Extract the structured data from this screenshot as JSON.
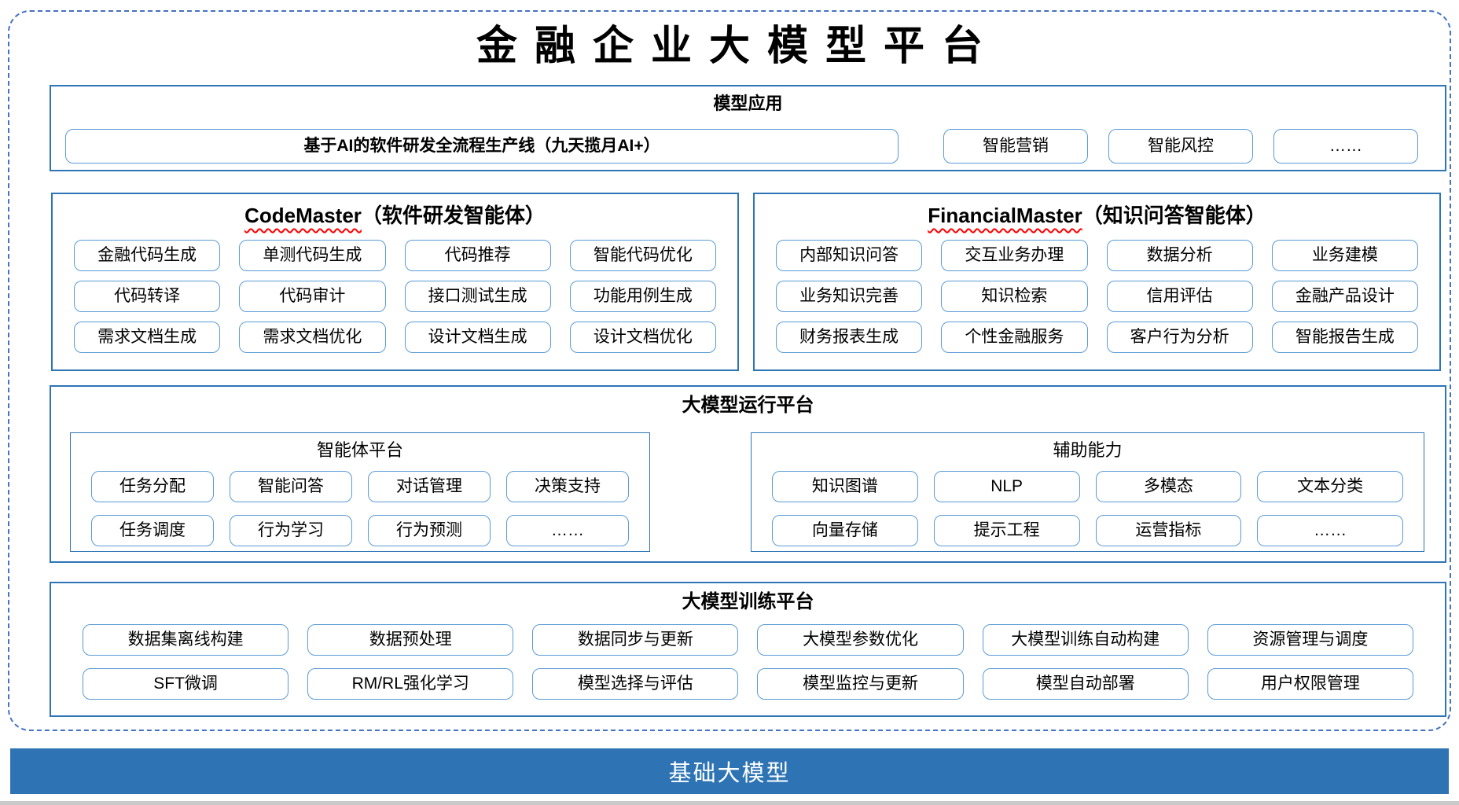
{
  "page_title": "金融企业大模型平台",
  "model_app": {
    "title": "模型应用",
    "primary": "基于AI的软件研发全流程生产线（九天揽月AI+）",
    "items": [
      "智能营销",
      "智能风控",
      "……"
    ]
  },
  "codemaster": {
    "name_en": "CodeMaster",
    "name_cn": "（软件研发智能体）",
    "items": [
      "金融代码生成",
      "单测代码生成",
      "代码推荐",
      "智能代码优化",
      "代码转译",
      "代码审计",
      "接口测试生成",
      "功能用例生成",
      "需求文档生成",
      "需求文档优化",
      "设计文档生成",
      "设计文档优化"
    ]
  },
  "financialmaster": {
    "name_en": "FinancialMaster",
    "name_cn": "（知识问答智能体）",
    "items": [
      "内部知识问答",
      "交互业务办理",
      "数据分析",
      "业务建模",
      "业务知识完善",
      "知识检索",
      "信用评估",
      "金融产品设计",
      "财务报表生成",
      "个性金融服务",
      "客户行为分析",
      "智能报告生成"
    ]
  },
  "runtime": {
    "title": "大模型运行平台",
    "agent_platform": {
      "title": "智能体平台",
      "items": [
        "任务分配",
        "智能问答",
        "对话管理",
        "决策支持",
        "任务调度",
        "行为学习",
        "行为预测",
        "……"
      ]
    },
    "aux_capability": {
      "title": "辅助能力",
      "items": [
        "知识图谱",
        "NLP",
        "多模态",
        "文本分类",
        "向量存储",
        "提示工程",
        "运营指标",
        "……"
      ]
    }
  },
  "training": {
    "title": "大模型训练平台",
    "items": [
      "数据集离线构建",
      "数据预处理",
      "数据同步与更新",
      "大模型参数优化",
      "大模型训练自动构建",
      "资源管理与调度",
      "SFT微调",
      "RM/RL强化学习",
      "模型选择与评估",
      "模型监控与更新",
      "模型自动部署",
      "用户权限管理"
    ]
  },
  "foundation_label": "基础大模型",
  "colors": {
    "frame_dash": "#4472C4",
    "section_border": "#2E75B6",
    "chip_border": "#5B9BD5",
    "foundation_bg": "#2E74B5",
    "squiggle": "#FF0000"
  }
}
